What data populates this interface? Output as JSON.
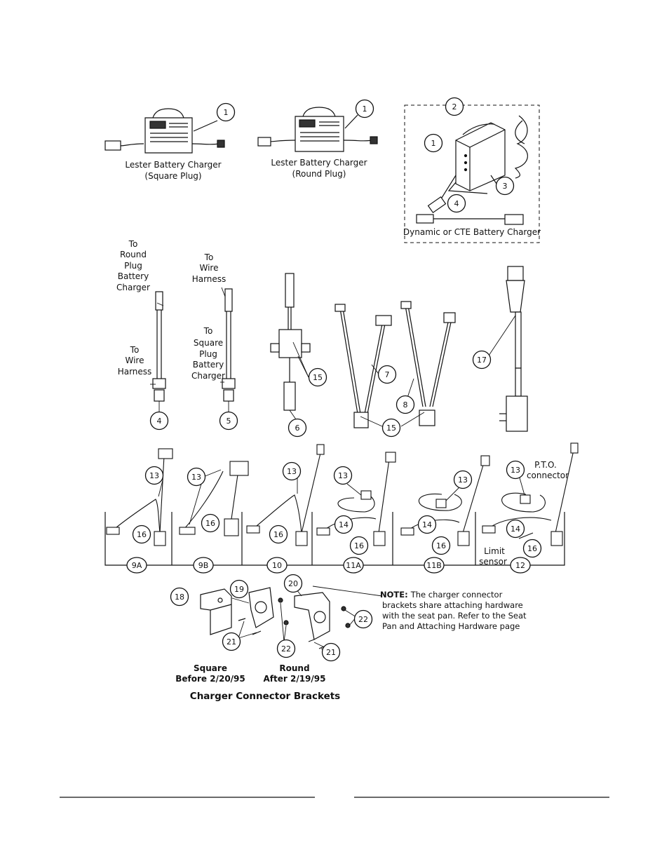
{
  "chargers": {
    "lester_square": [
      "Lester Battery Charger",
      "(Square Plug)"
    ],
    "lester_round": [
      "Lester Battery Charger",
      "(Round Plug)"
    ],
    "dynamic": "Dynamic or CTE Battery Charger"
  },
  "harness_labels": {
    "to_round_plug": [
      "To",
      "Round",
      "Plug",
      "Battery",
      "Charger"
    ],
    "to_wire_harness_a": [
      "To",
      "Wire",
      "Harness"
    ],
    "to_wire_harness_b": [
      "To",
      "Wire",
      "Harness"
    ],
    "to_square_plug": [
      "To",
      "Square",
      "Plug",
      "Battery",
      "Charger"
    ],
    "pto": [
      "P.T.O.",
      "connector"
    ],
    "limit": [
      "Limit",
      "sensor"
    ]
  },
  "callouts": {
    "c1a": "1",
    "c1b": "1",
    "c2": "2",
    "c1c": "1",
    "c3": "3",
    "c4top": "4",
    "c4": "4",
    "c5": "5",
    "c6": "6",
    "c15a": "15",
    "c7": "7",
    "c8": "8",
    "c15b": "15",
    "c17": "17",
    "c13a": "13",
    "c16a": "16",
    "c13b": "13",
    "c16b": "16",
    "c13c": "13",
    "c16c": "16",
    "c13d": "13",
    "c14d": "14",
    "c16d": "16",
    "c13e": "13",
    "c14e": "14",
    "c16e": "16",
    "c13f": "13",
    "c14f": "14",
    "c16f": "16",
    "c18": "18",
    "c19": "19",
    "c20": "20",
    "c21a": "21",
    "c22a": "22",
    "c21b": "21",
    "c22b": "22"
  },
  "panels": [
    "9A",
    "9B",
    "10",
    "11A",
    "11B",
    "12"
  ],
  "note": {
    "label": "NOTE:",
    "lines": [
      "The charger connector",
      "brackets share attaching hardware",
      "with the seat pan. Refer to the Seat",
      "Pan and Attaching Hardware page"
    ]
  },
  "brackets": {
    "square": [
      "Square",
      "Before 2/20/95"
    ],
    "round": [
      "Round",
      "After 2/19/95"
    ],
    "title": "Charger Connector Brackets"
  }
}
